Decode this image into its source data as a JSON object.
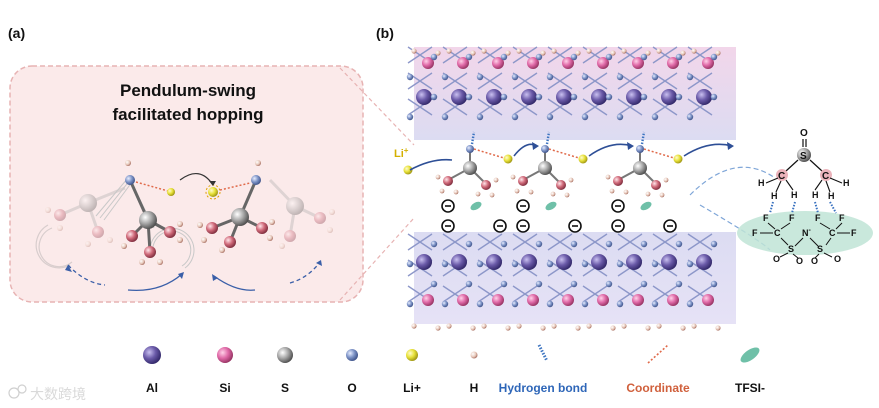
{
  "panels": {
    "a_label": "(a)",
    "b_label": "(b)",
    "a_title_line1": "Pendulum-swing",
    "a_title_line2": "facilitated hopping"
  },
  "annotations": {
    "li_plus": "Li",
    "li_plus_sup": "+",
    "s_atom": "S",
    "o_atom": "O",
    "c_left": "C",
    "c_right": "C",
    "h_labels": [
      "H",
      "H",
      "H",
      "H",
      "H",
      "H"
    ],
    "f_labels": [
      "F",
      "F",
      "F",
      "F",
      "F",
      "F"
    ],
    "n_atom": "N",
    "n_sup": "-",
    "s_left": "S",
    "s_right": "S",
    "o_labels": [
      "O",
      "O",
      "O",
      "O"
    ],
    "c_cf3_left": "C",
    "c_cf3_right": "C"
  },
  "legend": {
    "items": [
      {
        "label": "Al",
        "color": "#6a5aa8"
      },
      {
        "label": "Si",
        "color": "#e06aa8"
      },
      {
        "label": "S",
        "color": "#9a9a9a"
      },
      {
        "label": "O",
        "color": "#7f95c8"
      },
      {
        "label": "Li+",
        "color": "#e8e23a"
      },
      {
        "label": "H",
        "color": "#e6c7b9"
      },
      {
        "label": "Hydrogen bond",
        "color": "#3b73c0"
      },
      {
        "label": "Coordinate",
        "color": "#e06a4a"
      },
      {
        "label": "TFSI-",
        "color": "#6fc0a8"
      }
    ]
  },
  "watermark": "大数跨境"
}
